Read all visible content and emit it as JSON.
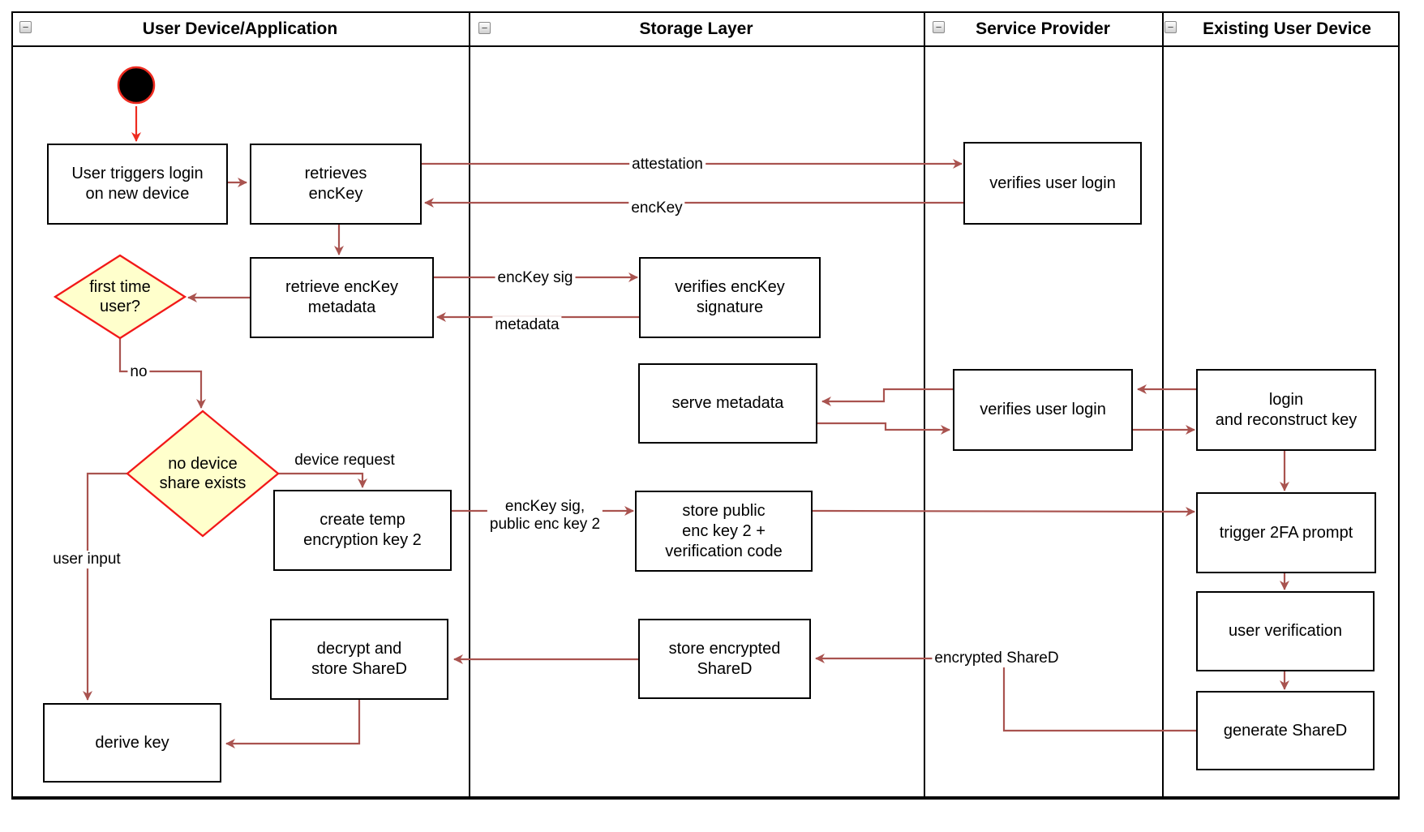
{
  "lanes": [
    {
      "title": "User Device/Application"
    },
    {
      "title": "Storage Layer"
    },
    {
      "title": "Service Provider"
    },
    {
      "title": "Existing User Device"
    }
  ],
  "collapse_glyph": "−",
  "nodes": {
    "user_triggers": {
      "label": "User triggers login\non new device"
    },
    "retrieves_enckey": {
      "label": "retrieves\nencKey"
    },
    "verifies_user_login_1": {
      "label": "verifies user login"
    },
    "retrieve_metadata": {
      "label": "retrieve encKey\nmetadata"
    },
    "verifies_sig": {
      "label": "verifies encKey\nsignature"
    },
    "serve_metadata": {
      "label": "serve metadata"
    },
    "verifies_user_login_2": {
      "label": "verifies user login"
    },
    "login_reconstruct": {
      "label": "login\nand reconstruct key"
    },
    "create_temp_key2": {
      "label": "create temp\nencryption key 2"
    },
    "store_public_key2": {
      "label": "store public\nenc key 2 +\nverification code"
    },
    "trigger_2fa": {
      "label": "trigger 2FA prompt"
    },
    "user_verification": {
      "label": "user verification"
    },
    "generate_shared": {
      "label": "generate ShareD"
    },
    "store_encrypted_shared": {
      "label": "store encrypted\nShareD"
    },
    "decrypt_store_shared": {
      "label": "decrypt and\nstore ShareD"
    },
    "derive_key": {
      "label": "derive key"
    }
  },
  "decisions": {
    "first_time_user": {
      "label": "first time\nuser?"
    },
    "no_device_share": {
      "label": "no device\nshare exists"
    }
  },
  "edge_labels": {
    "attestation": "attestation",
    "enckey": "encKey",
    "enckey_sig": "encKey sig",
    "metadata": "metadata",
    "no": "no",
    "device_request": "device request",
    "enckey_sig_public": "encKey sig,\npublic enc key 2",
    "user_input": "user input",
    "encrypted_shared": "encrypted ShareD"
  },
  "colors": {
    "connector": "#a9534f",
    "start_highlight": "#ee2b20",
    "decision_fill": "#ffffcc",
    "decision_stroke": "#f21818",
    "node_border": "#000000",
    "lane_border": "#000000"
  }
}
